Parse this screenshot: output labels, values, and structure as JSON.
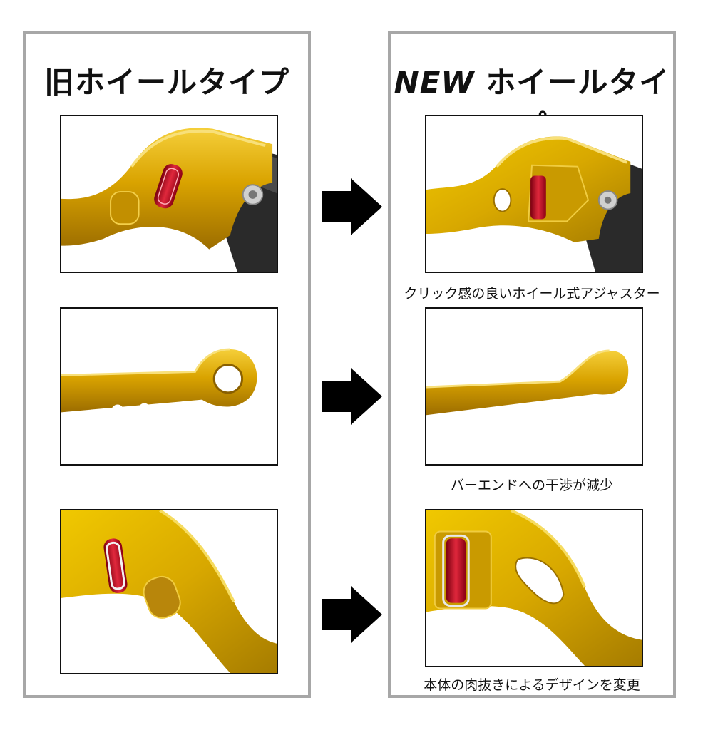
{
  "old_panel": {
    "title": "旧ホイールタイプ"
  },
  "new_panel": {
    "title_prefix": "NEW",
    "title_suffix": " ホイールタイプ",
    "captions": [
      "クリック感の良いホイール式アジャスター",
      "バーエンドへの干渉が減少",
      "本体の肉抜きによるデザインを変更"
    ]
  },
  "colors": {
    "gold": "#d9a500",
    "frame": "#a7a7a7",
    "arrow": "#000000",
    "adjuster_red": "#c8102e"
  },
  "icons": [
    "arrow-right-icon"
  ]
}
